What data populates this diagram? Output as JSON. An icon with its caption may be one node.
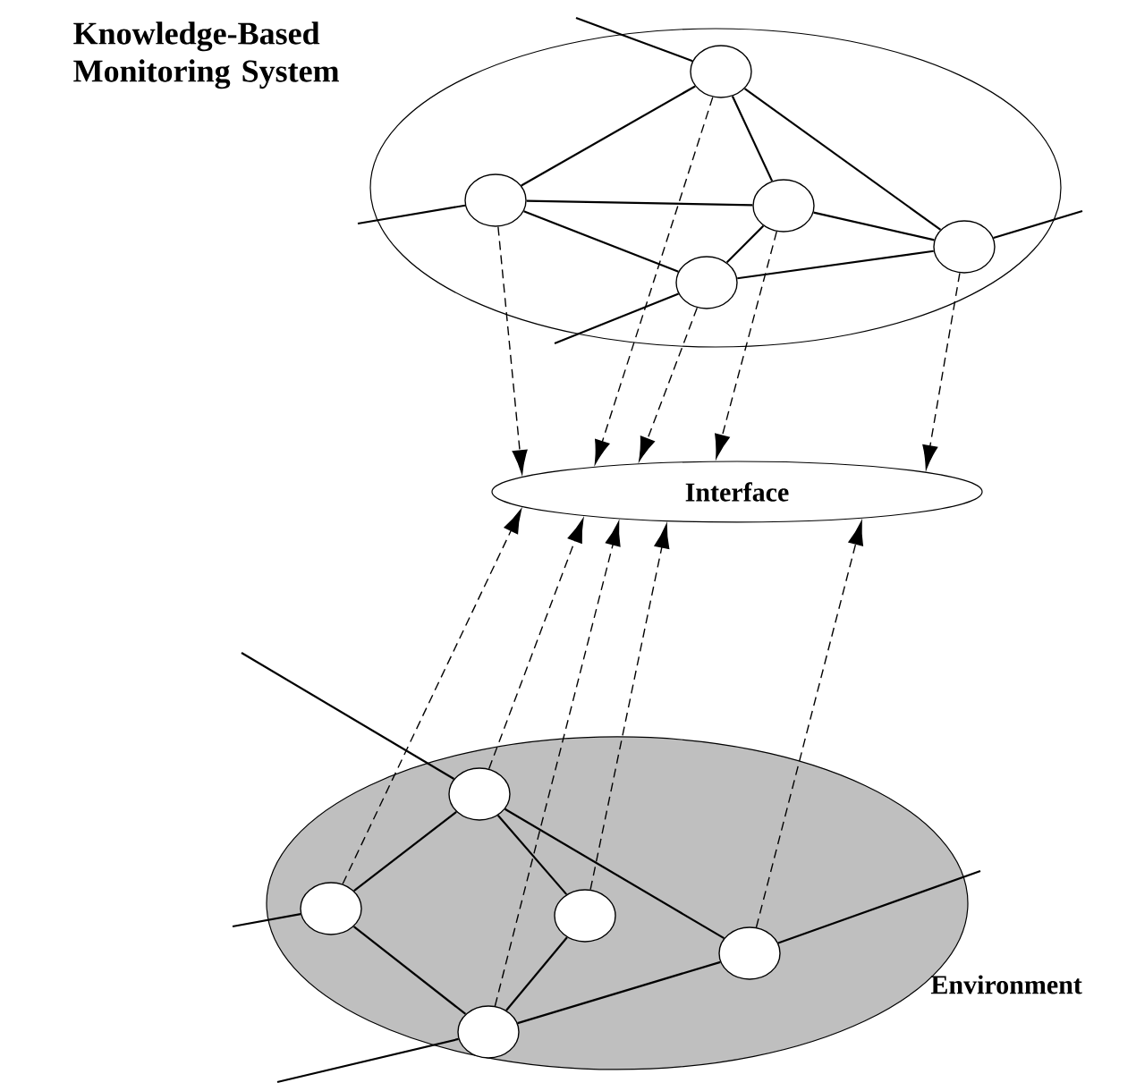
{
  "diagram": {
    "nodes": [
      {
        "text": [
          "Knowledge-Based Monitoring System"
        ]
      },
      {
        "text": [],
        "shape": "circle",
        "in": 0
      },
      {
        "text": [],
        "shape": "circle",
        "in": 0
      },
      {
        "text": [],
        "shape": "circle",
        "in": 0
      },
      {
        "text": [],
        "shape": "circle",
        "in": 0
      },
      {
        "text": [],
        "shape": "circle",
        "in": 0
      },
      {
        "text": [
          "Interface"
        ]
      },
      {
        "text": [
          "Environment"
        ]
      },
      {
        "text": [],
        "shape": "circle",
        "in": 7
      },
      {
        "text": [],
        "shape": "circle",
        "in": 7
      },
      {
        "text": [],
        "shape": "circle",
        "in": 7
      },
      {
        "text": [],
        "shape": "circle",
        "in": 7
      },
      {
        "text": [],
        "shape": "circle",
        "in": 7
      }
    ],
    "edges": [
      {
        "from": 3,
        "to": 1,
        "arrow": "none"
      },
      {
        "from": 3,
        "to": 4,
        "arrow": "none"
      },
      {
        "from": 3,
        "to": 5,
        "arrow": "none"
      },
      {
        "from": 1,
        "to": 4,
        "arrow": "none"
      },
      {
        "from": 1,
        "to": 2,
        "arrow": "none"
      },
      {
        "from": 4,
        "to": 2,
        "arrow": "none"
      },
      {
        "from": 4,
        "to": 5,
        "arrow": "none"
      },
      {
        "from": 2,
        "to": 5,
        "arrow": "none"
      },
      {
        "from": null,
        "to": 3,
        "arrow": "none"
      },
      {
        "from": null,
        "to": 1,
        "arrow": "none"
      },
      {
        "from": 5,
        "to": null,
        "arrow": "none"
      },
      {
        "from": null,
        "to": 2,
        "arrow": "none"
      },
      {
        "from": 1,
        "to": 6,
        "arrow": "to",
        "style": "dashed"
      },
      {
        "from": 3,
        "to": 6,
        "arrow": "to",
        "style": "dashed"
      },
      {
        "from": 2,
        "to": 6,
        "arrow": "to",
        "style": "dashed"
      },
      {
        "from": 4,
        "to": 6,
        "arrow": "to",
        "style": "dashed"
      },
      {
        "from": 5,
        "to": 6,
        "arrow": "to",
        "style": "dashed"
      },
      {
        "from": 9,
        "to": 8,
        "arrow": "none"
      },
      {
        "from": 9,
        "to": 11,
        "arrow": "none"
      },
      {
        "from": 9,
        "to": 12,
        "arrow": "none"
      },
      {
        "from": 8,
        "to": 10,
        "arrow": "none"
      },
      {
        "from": 10,
        "to": 11,
        "arrow": "none"
      },
      {
        "from": 10,
        "to": 12,
        "arrow": "none"
      },
      {
        "from": null,
        "to": 9,
        "arrow": "none"
      },
      {
        "from": 12,
        "to": null,
        "arrow": "none"
      },
      {
        "from": null,
        "to": 10,
        "arrow": "none"
      },
      {
        "from": null,
        "to": 8,
        "arrow": "none"
      },
      {
        "from": 8,
        "to": 6,
        "arrow": "to",
        "style": "dashed"
      },
      {
        "from": 9,
        "to": 6,
        "arrow": "to",
        "style": "dashed"
      },
      {
        "from": 10,
        "to": 6,
        "arrow": "to",
        "style": "dashed"
      },
      {
        "from": 11,
        "to": 6,
        "arrow": "to",
        "style": "dashed"
      },
      {
        "from": 12,
        "to": 6,
        "arrow": "to",
        "style": "dashed"
      }
    ]
  }
}
